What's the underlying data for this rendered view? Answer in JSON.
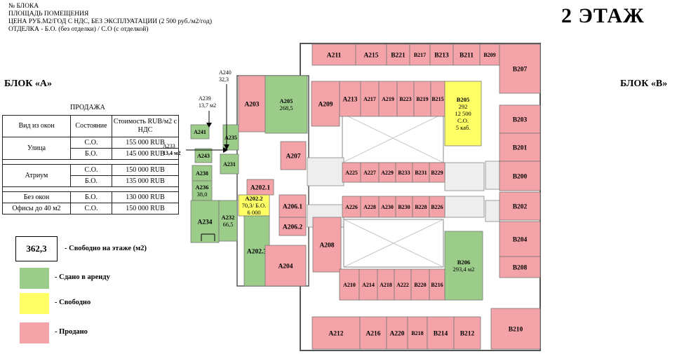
{
  "header_lines": [
    "№ БЛОКА",
    "ПЛОЩАДЬ ПОМЕЩЕНИЯ",
    "ЦЕНА РУБ.М2/ГОД С НДС, БЕЗ ЭКСПЛУАТАЦИИ (2 500 руб./м2/год)",
    "ОТДЕЛКА - Б.О. (без отделки) / С.О (с отделкой)"
  ],
  "floor_title": "2 ЭТАЖ",
  "block_a": "БЛОК «А»",
  "block_b": "БЛОК «В»",
  "sale": {
    "title": "ПРОДАЖА",
    "headers": [
      "Вид из окон",
      "Состояние",
      "Стоимость RUB/м2 с НДС"
    ],
    "groups": [
      {
        "view": "Улица",
        "rows": [
          [
            "С.О.",
            "155 000 RUB"
          ],
          [
            "Б.О.",
            "145 000 RUB"
          ]
        ]
      },
      {
        "view": "Атриум",
        "rows": [
          [
            "С.О.",
            "150 000 RUB"
          ],
          [
            "Б.О.",
            "135 000 RUB"
          ]
        ]
      },
      {
        "view": "Без окон",
        "rows": [
          [
            "Б.О.",
            "130 000 RUB"
          ]
        ]
      },
      {
        "view": "Офисы до 40 м2",
        "rows": [
          [
            "С.О.",
            "150 000 RUB"
          ]
        ]
      }
    ]
  },
  "legend": {
    "free_area": "362,3",
    "free_label": "- Свободно на этаже (м2)",
    "rented": "- Сдано в аренду",
    "free": "- Свободно",
    "sold": "- Продано"
  },
  "colors": {
    "sold": "#f4a3a8",
    "rented": "#9ccc8a",
    "free": "#ffff66",
    "wall": "#555555"
  },
  "callouts": {
    "a240": [
      "А240",
      "32,3"
    ],
    "a239": [
      "А239",
      "13,7 м2"
    ],
    "a233": [
      "А233",
      "13,4 м2"
    ]
  },
  "map_label_rooms": [
    {
      "id": "r_a211",
      "status": "sold",
      "label": [
        "А211"
      ]
    },
    {
      "id": "r_a215",
      "status": "sold",
      "label": [
        "А215"
      ]
    },
    {
      "id": "r_b221",
      "status": "sold",
      "label": [
        "В221"
      ]
    },
    {
      "id": "r_b217",
      "status": "sold",
      "label": [
        "В217"
      ]
    },
    {
      "id": "r_b213",
      "status": "sold",
      "label": [
        "В213"
      ]
    },
    {
      "id": "r_b211",
      "status": "sold",
      "label": [
        "В211"
      ]
    },
    {
      "id": "r_b209",
      "status": "sold",
      "label": [
        "В209"
      ]
    },
    {
      "id": "r_b207",
      "status": "sold",
      "label": [
        "В207"
      ]
    },
    {
      "id": "r_a203",
      "status": "sold",
      "label": [
        "А203"
      ]
    },
    {
      "id": "r_a205",
      "status": "rented",
      "label": [
        "А205",
        "268,5"
      ]
    },
    {
      "id": "r_a209",
      "status": "sold",
      "label": [
        "А209"
      ]
    },
    {
      "id": "r_a213",
      "status": "sold",
      "label": [
        "А213"
      ]
    },
    {
      "id": "r_a217",
      "status": "sold",
      "label": [
        "А217"
      ]
    },
    {
      "id": "r_a219",
      "status": "sold",
      "label": [
        "А219"
      ]
    },
    {
      "id": "r_b223",
      "status": "sold",
      "label": [
        "В223"
      ]
    },
    {
      "id": "r_b219",
      "status": "sold",
      "label": [
        "В219"
      ]
    },
    {
      "id": "r_b215",
      "status": "sold",
      "label": [
        "В215"
      ]
    },
    {
      "id": "r_b205",
      "status": "free",
      "label": [
        "В205",
        "292",
        "12 500",
        "С.О.",
        "5 каб."
      ]
    },
    {
      "id": "r_b203",
      "status": "sold",
      "label": [
        "В203"
      ]
    },
    {
      "id": "r_b201",
      "status": "sold",
      "label": [
        "В201"
      ]
    },
    {
      "id": "r_b200",
      "status": "sold",
      "label": [
        "В200"
      ]
    },
    {
      "id": "r_b202",
      "status": "sold",
      "label": [
        "В202"
      ]
    },
    {
      "id": "r_b204",
      "status": "sold",
      "label": [
        "В204"
      ]
    },
    {
      "id": "r_b208",
      "status": "sold",
      "label": [
        "В208"
      ]
    },
    {
      "id": "r_a241",
      "status": "rented",
      "label": [
        "А241"
      ]
    },
    {
      "id": "r_a235",
      "status": "rented",
      "label": [
        "А235"
      ]
    },
    {
      "id": "r_a243",
      "status": "rented",
      "label": [
        "А243"
      ]
    },
    {
      "id": "r_a231",
      "status": "rented",
      "label": [
        "А231"
      ]
    },
    {
      "id": "r_a238",
      "status": "rented",
      "label": [
        "А238"
      ]
    },
    {
      "id": "r_a236",
      "status": "rented",
      "label": [
        "А236",
        "38,0"
      ]
    },
    {
      "id": "r_a234",
      "status": "rented",
      "label": [
        "А234"
      ]
    },
    {
      "id": "r_a232",
      "status": "rented",
      "label": [
        "А232",
        "66,5"
      ]
    },
    {
      "id": "r_a207",
      "status": "sold",
      "label": [
        "А207"
      ]
    },
    {
      "id": "r_a202_1",
      "status": "sold",
      "label": [
        "А202.1"
      ]
    },
    {
      "id": "r_a202_2",
      "status": "free",
      "label": [
        "А202.2",
        "70,3/ Б.О.",
        "6 000"
      ]
    },
    {
      "id": "r_a206_1",
      "status": "sold",
      "label": [
        "А206.1"
      ]
    },
    {
      "id": "r_a206_2",
      "status": "sold",
      "label": [
        "А206.2"
      ]
    },
    {
      "id": "r_a202_3",
      "status": "rented",
      "label": [
        "А202.3"
      ]
    },
    {
      "id": "r_a204",
      "status": "sold",
      "label": [
        "А204"
      ]
    },
    {
      "id": "r_a208",
      "status": "sold",
      "label": [
        "А208"
      ]
    },
    {
      "id": "r_a225",
      "status": "sold",
      "label": [
        "А225"
      ]
    },
    {
      "id": "r_a227",
      "status": "sold",
      "label": [
        "А227"
      ]
    },
    {
      "id": "r_a229",
      "status": "sold",
      "label": [
        "А229"
      ]
    },
    {
      "id": "r_b233",
      "status": "sold",
      "label": [
        "В233"
      ]
    },
    {
      "id": "r_b231",
      "status": "sold",
      "label": [
        "В231"
      ]
    },
    {
      "id": "r_b229",
      "status": "sold",
      "label": [
        "В229"
      ]
    },
    {
      "id": "r_a226",
      "status": "sold",
      "label": [
        "А226"
      ]
    },
    {
      "id": "r_a228",
      "status": "sold",
      "label": [
        "А228"
      ]
    },
    {
      "id": "r_a230",
      "status": "sold",
      "label": [
        "А230"
      ]
    },
    {
      "id": "r_b230",
      "status": "sold",
      "label": [
        "В230"
      ]
    },
    {
      "id": "r_b228",
      "status": "sold",
      "label": [
        "В228"
      ]
    },
    {
      "id": "r_b226",
      "status": "sold",
      "label": [
        "В226"
      ]
    },
    {
      "id": "r_b206",
      "status": "rented",
      "label": [
        "В206",
        "293,4 м2"
      ]
    },
    {
      "id": "r_a210",
      "status": "sold",
      "label": [
        "А210"
      ]
    },
    {
      "id": "r_a214",
      "status": "sold",
      "label": [
        "А214"
      ]
    },
    {
      "id": "r_a218",
      "status": "sold",
      "label": [
        "А218"
      ]
    },
    {
      "id": "r_a222",
      "status": "sold",
      "label": [
        "А222"
      ]
    },
    {
      "id": "r_b220",
      "status": "sold",
      "label": [
        "В220"
      ]
    },
    {
      "id": "r_b216",
      "status": "sold",
      "label": [
        "В216"
      ]
    },
    {
      "id": "r_a212",
      "status": "sold",
      "label": [
        "А212"
      ]
    },
    {
      "id": "r_a216",
      "status": "sold",
      "label": [
        "А216"
      ]
    },
    {
      "id": "r_a220",
      "status": "sold",
      "label": [
        "А220"
      ]
    },
    {
      "id": "r_b218",
      "status": "sold",
      "label": [
        "В218"
      ]
    },
    {
      "id": "r_b214",
      "status": "sold",
      "label": [
        "В214"
      ]
    },
    {
      "id": "r_b212",
      "status": "sold",
      "label": [
        "В212"
      ]
    },
    {
      "id": "r_b210",
      "status": "sold",
      "label": [
        "В210"
      ]
    }
  ]
}
